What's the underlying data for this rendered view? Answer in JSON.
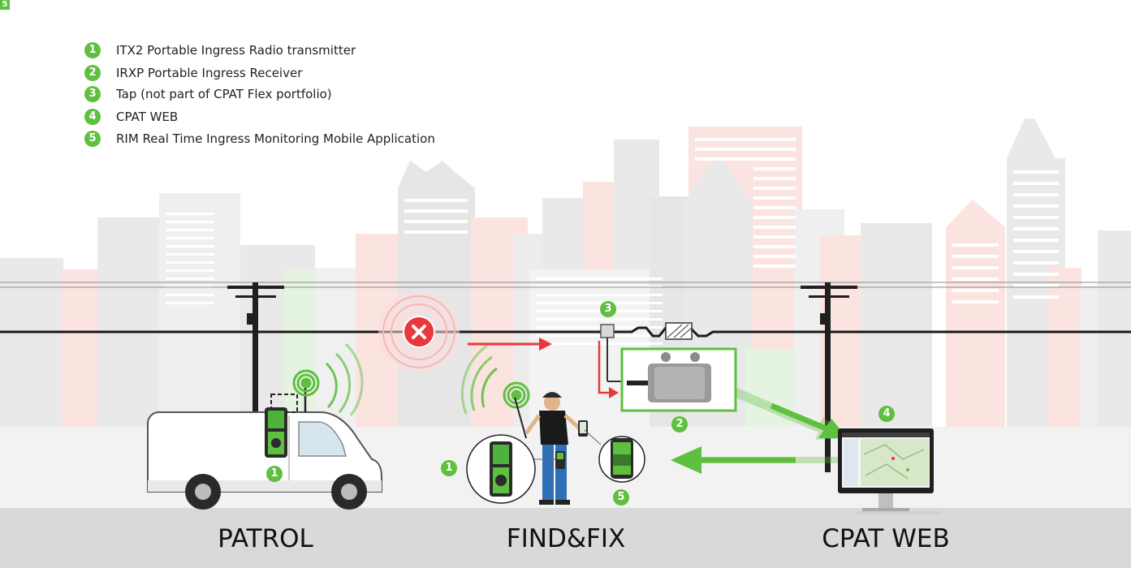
{
  "slide_number": "5",
  "legend": [
    {
      "num": "1",
      "text": "ITX2 Portable Ingress Radio transmitter"
    },
    {
      "num": "2",
      "text": "IRXP Portable Ingress Receiver"
    },
    {
      "num": "3",
      "text": "Tap (not part of CPAT Flex portfolio)"
    },
    {
      "num": "4",
      "text": "CPAT WEB"
    },
    {
      "num": "5",
      "text": "RIM Real Time Ingress Monitoring Mobile Application"
    }
  ],
  "markers": {
    "van": "1",
    "tech": "1",
    "tap": "3",
    "receiver": "2",
    "web": "4",
    "phone": "5"
  },
  "sections": {
    "patrol": "PATROL",
    "findfix": "FIND&FIX",
    "cpatweb": "CPAT WEB"
  },
  "colors": {
    "accent": "#5fbf3f",
    "alert": "#e8383b",
    "building_gray": "#e9e9e9",
    "building_pink": "#fbe3e0"
  }
}
